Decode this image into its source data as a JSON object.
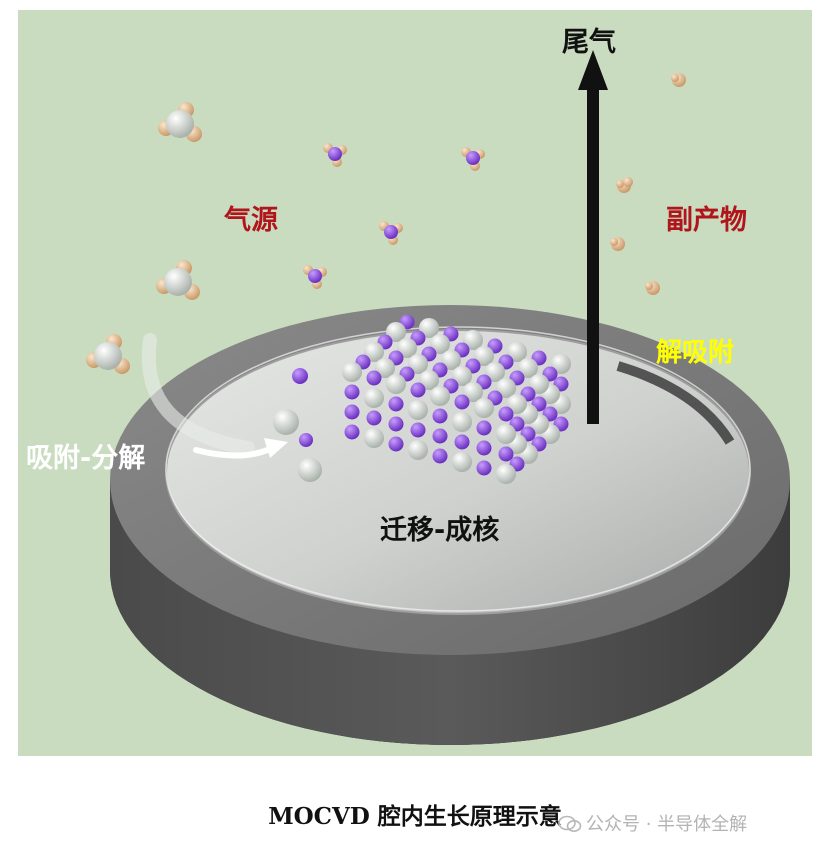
{
  "labels": {
    "exhaust": "尾气",
    "gas_source": "气源",
    "byproduct": "副产物",
    "desorption": "解吸附",
    "adsorption_decomposition": "吸附-分解",
    "migration_nucleation": "迁移-成核"
  },
  "caption": "MOCVD 腔内生长原理示意",
  "watermark": "公众号 · 半导体全解",
  "colors": {
    "background": "#c9dcc0",
    "label_red": "#b0151b",
    "label_yellow": "#ffff00",
    "atom_purple": "#8a4fd8",
    "atom_white": "#e4e8e4",
    "atom_tan": "#e2c29e"
  },
  "icons": {
    "watermark_icon": "wechat-icon"
  }
}
